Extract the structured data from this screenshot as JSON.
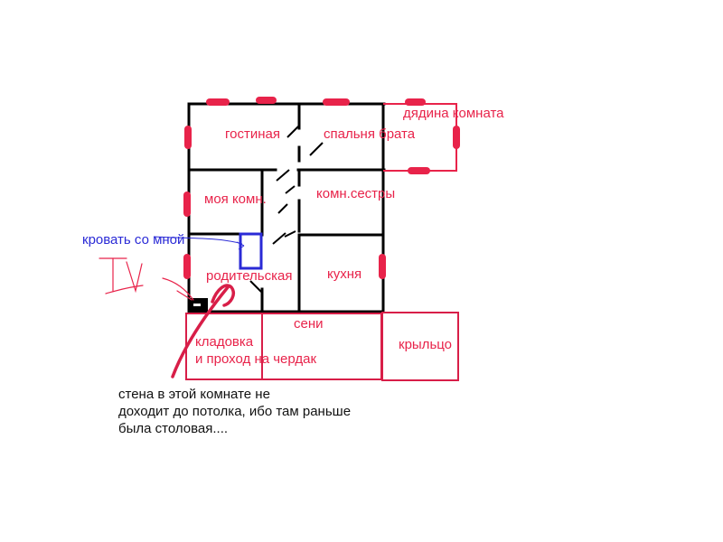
{
  "rooms": {
    "living_room": "гостиная",
    "brother_bedroom": "спальня брата",
    "uncle_room": "дядина комната",
    "my_room": "моя комн.",
    "sister_room": "комн.сестры",
    "parents_room": "родительская",
    "kitchen": "кухня",
    "hallway": "сени",
    "storage_line1": "кладовка",
    "storage_line2": "и проход на чердак",
    "porch": "крыльцо"
  },
  "annotations": {
    "bed_label": "кровать со мной",
    "tv_label": "TV",
    "note_lines": [
      "стена в этой комнате не",
      "доходит до потолка, ибо там раньше",
      "была столовая...."
    ]
  },
  "colors": {
    "walls": "#000000",
    "windows": "#e8234a",
    "additions": "#d81e48",
    "bed": "#2a2ad6",
    "text_red": "#e8234a",
    "text_blue": "#2a2ad6"
  }
}
